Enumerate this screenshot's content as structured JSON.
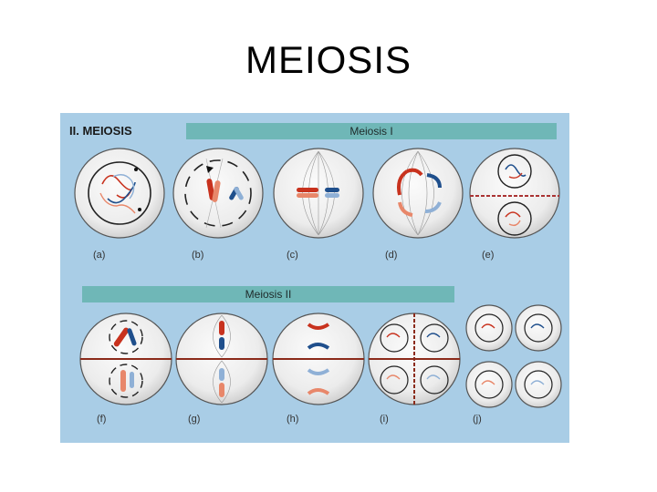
{
  "slide": {
    "title": "MEIOSIS"
  },
  "figure": {
    "heading": "II. MEIOSIS",
    "meiosis1_label": "Meiosis I",
    "meiosis2_label": "Meiosis II",
    "panel_labels": [
      "(a)",
      "(b)",
      "(c)",
      "(d)",
      "(e)",
      "(f)",
      "(g)",
      "(h)",
      "(i)",
      "(j)"
    ]
  },
  "colors": {
    "background": "#a9cde6",
    "banner": "#6fb7b7",
    "chromosome_red": "#c8321e",
    "chromosome_blue": "#1f4f8c",
    "chromosome_light_red": "#e8876a",
    "chromosome_light_blue": "#8fb0d6"
  }
}
